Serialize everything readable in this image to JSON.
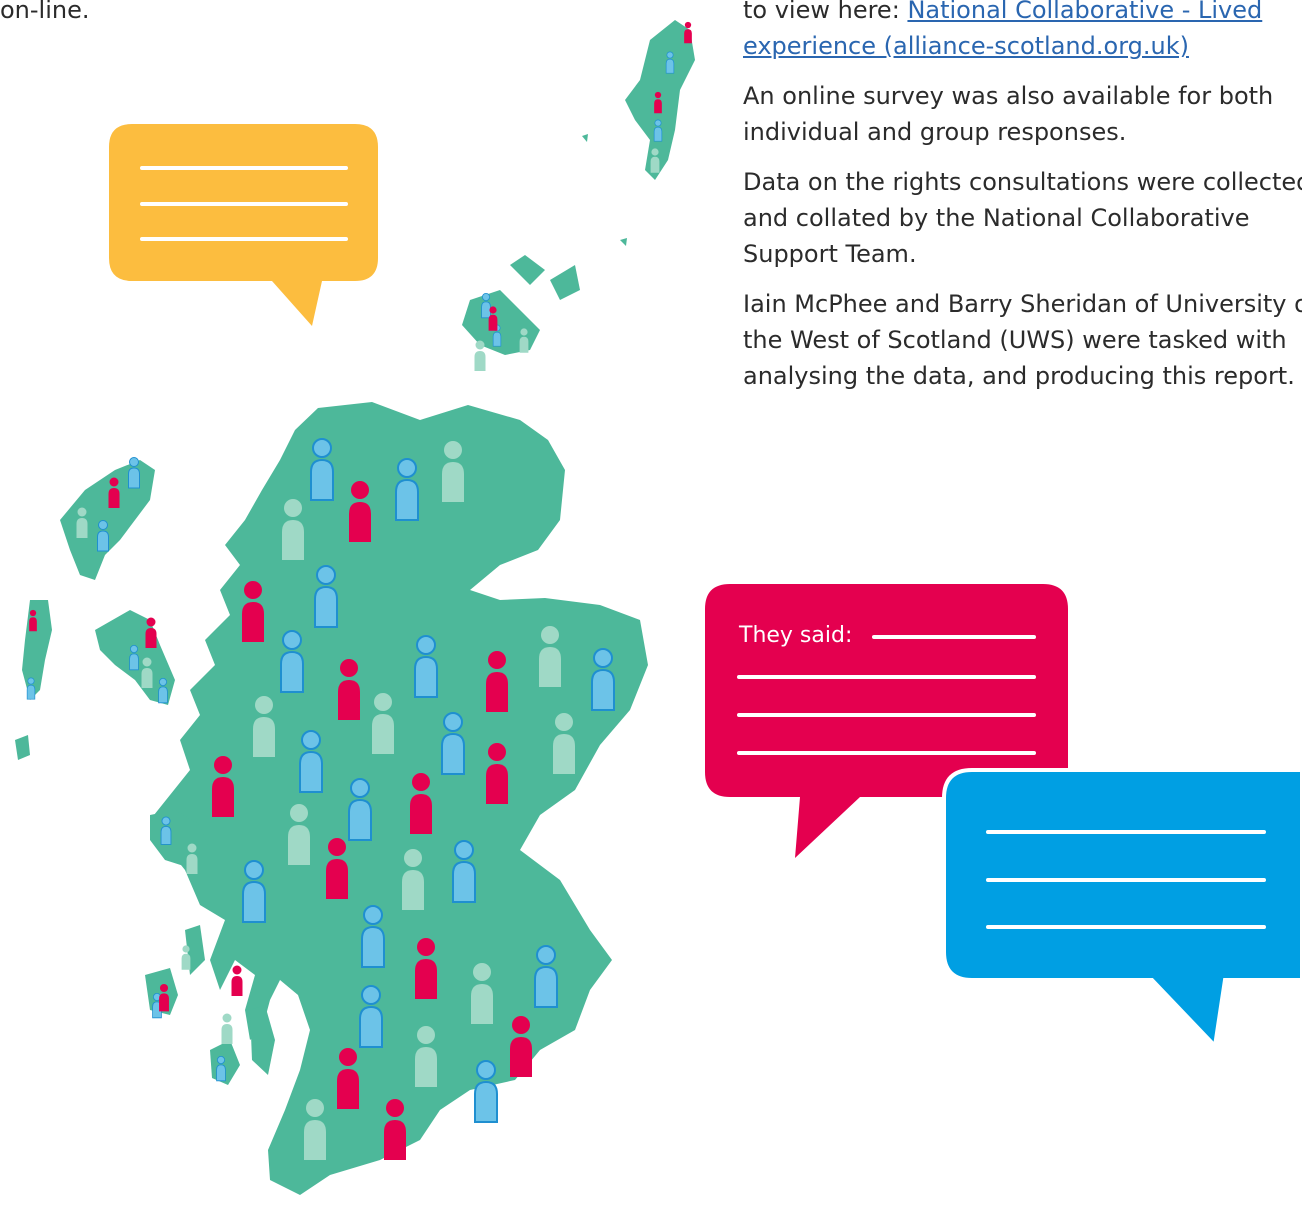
{
  "left_fragment": "on-line.",
  "right_column": {
    "link_intro": "to view here:",
    "link_text_line1": "National Collaborative - Lived",
    "link_text_line2": "experience (alliance-scotland.org.uk)",
    "para_survey_line1": "An online survey was also available for both",
    "para_survey_line2": "individual and group responses.",
    "para_data_line1": "Data on the rights consultations were collected",
    "para_data_line2": "and collated by the National Collaborative",
    "para_data_line3": "Support Team.",
    "para_uws_line1": "Iain McPhee and Barry Sheridan of University of",
    "para_uws_line2": "the West of Scotland (UWS) were tasked with",
    "para_uws_line3": "analysing the data, and producing this report."
  },
  "bubbles": {
    "pink_label": "They said:"
  },
  "colors": {
    "map_green": "#4db89a",
    "figure_blue": "#6cc3e8",
    "figure_blue_stroke": "#1f8fd0",
    "figure_pink": "#e4004f",
    "figure_light": "#9fd9c6",
    "bubble_yellow": "#fcbd3f",
    "bubble_pink": "#e4004f",
    "bubble_blue": "#009fe3",
    "link": "#2a66b0"
  },
  "icons": [
    "person-figure-icon",
    "speech-bubble-icon",
    "scotland-map"
  ]
}
